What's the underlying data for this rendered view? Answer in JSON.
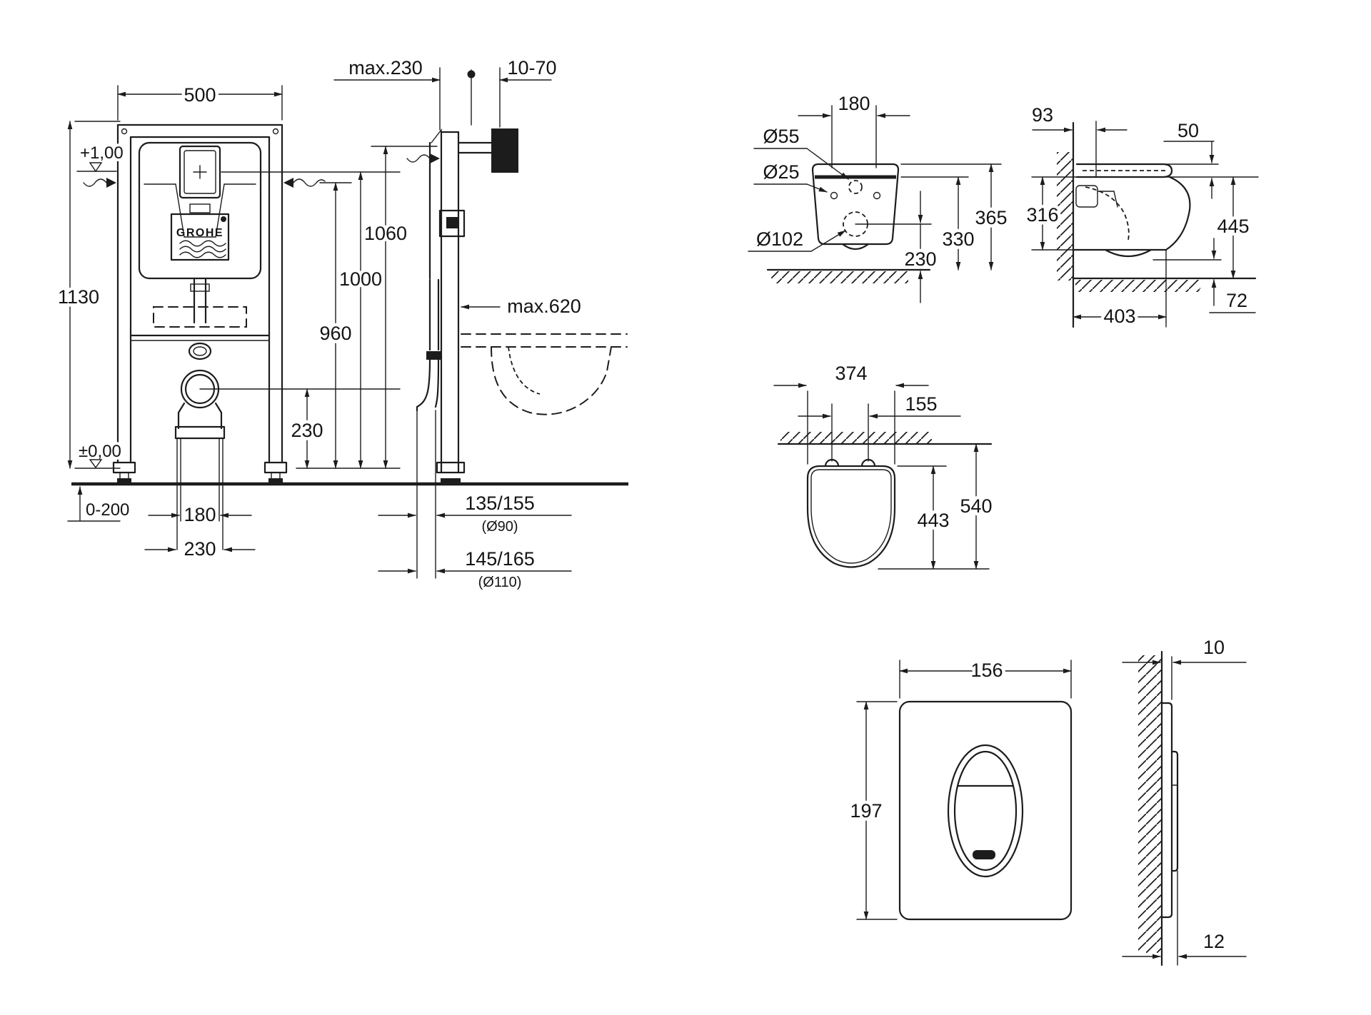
{
  "brand": "GROHE",
  "dims": {
    "frame_front": {
      "width": "500",
      "height": "1130",
      "level_plus": "+1,00",
      "level_zero": "±0,00",
      "floor_adjust": "0-200",
      "outlet_c1": "180",
      "outlet_c2": "230"
    },
    "frame_side": {
      "wall_distance": "max.230",
      "rod_adjust": "10-70",
      "h_top_fixing": "1060",
      "h_plate": "1000",
      "h_supply": "960",
      "h_outlet": "230",
      "depth_max": "max.620",
      "drain_a": "135/155",
      "drain_a_dia": "(Ø90)",
      "drain_b": "145/165",
      "drain_b_dia": "(Ø110)"
    },
    "bowl_rear": {
      "hole_top": "Ø55",
      "hole_side": "Ø25",
      "hole_outlet": "Ø102",
      "bolt_spacing": "180",
      "h_total": "365",
      "h_body": "330",
      "h_outlet": "230"
    },
    "bowl_side": {
      "wall_offset": "93",
      "lid_rise": "50",
      "h_front": "316",
      "h_seat": "445",
      "depth": "403",
      "clearance": "72"
    },
    "bowl_top": {
      "width": "374",
      "hinge_spacing": "155",
      "length": "443",
      "length_total": "540"
    },
    "plate_front": {
      "width": "156",
      "height": "197"
    },
    "plate_side": {
      "depth_plate": "10",
      "depth_button": "12"
    }
  }
}
